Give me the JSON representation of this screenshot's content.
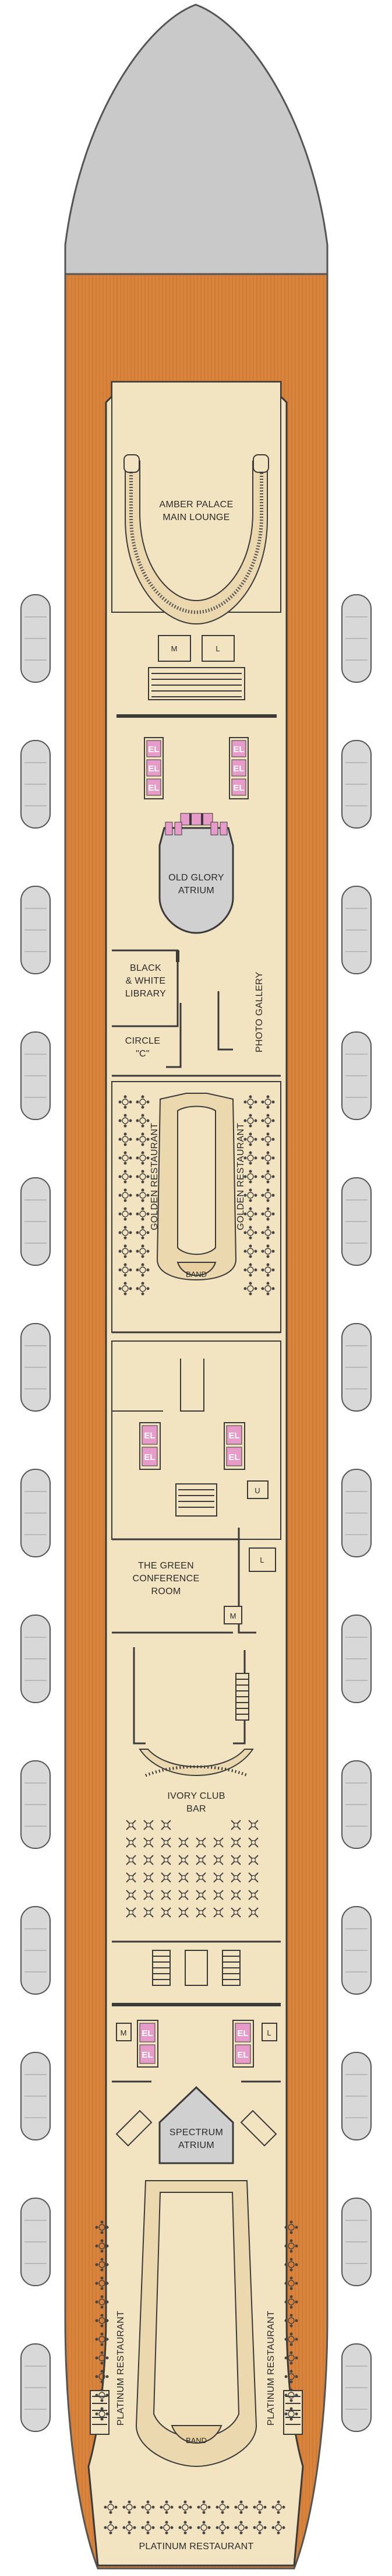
{
  "colors": {
    "hull_nose": "#c9c9c9",
    "deck_wood": "#d9843c",
    "deck_wood_dark": "#b9652a",
    "interior": "#f3e4c1",
    "interior_alt": "#ecd8ae",
    "wall": "#3a3a3a",
    "lifeboat": "#d8d8d8",
    "elevator": "#e69bc8",
    "elevator_text": "#ffffff"
  },
  "labels": {
    "amber_palace": "AMBER PALACE",
    "main_lounge": "MAIN LOUNGE",
    "old_glory": "OLD GLORY",
    "atrium": "ATRIUM",
    "black_white": "BLACK",
    "black_white_2": "& WHITE",
    "library": "LIBRARY",
    "circle": "CIRCLE",
    "circle_c": "\"C\"",
    "photo_gallery": "PHOTO GALLERY",
    "golden_restaurant_left": "GOLDEN RESTAURANT",
    "golden_restaurant_right": "GOLDEN RESTAURANT",
    "band_top": "BAND",
    "green_conf_1": "THE GREEN",
    "green_conf_2": "CONFERENCE",
    "green_conf_3": "ROOM",
    "ivory_club": "IVORY CLUB",
    "bar": "BAR",
    "spectrum": "SPECTRUM",
    "spectrum_atrium": "ATRIUM",
    "platinum_left": "PLATINUM RESTAURANT",
    "platinum_right": "PLATINUM RESTAURANT",
    "platinum_bottom": "PLATINUM RESTAURANT",
    "band_bottom": "BAND",
    "el": "EL",
    "m": "M",
    "l": "L",
    "u": "U"
  }
}
